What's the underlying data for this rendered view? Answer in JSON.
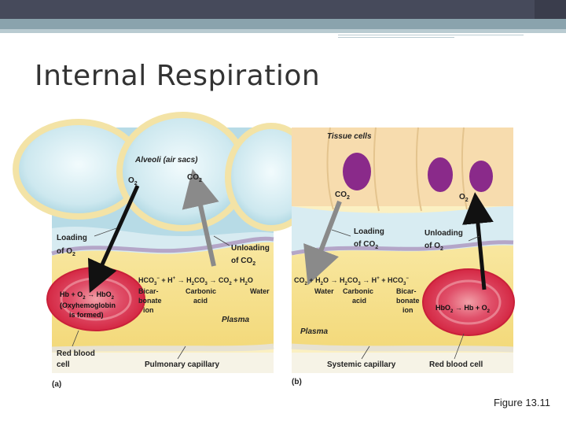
{
  "slide": {
    "title": "Internal Respiration",
    "caption": "Figure 13.11"
  },
  "panel_a": {
    "label": "(a)",
    "alveoli": "Alveoli (air sacs)",
    "o2": "O",
    "co2": "CO",
    "sub2": "2",
    "loading_line1": "Loading",
    "loading_line2": "of O",
    "unloading_line1": "Unloading",
    "unloading_line2": "of CO",
    "eq_hco3": "HCO",
    "eq_sub3": "3",
    "eq_minus": "−",
    "eq_mid": " + H",
    "eq_plus": "+",
    "eq_arrow1": " → H",
    "eq_co3": "CO",
    "eq_arrow2": " → CO",
    "eq_h2o": " + H",
    "eq_o": "O",
    "bicar_1": "Bicar-",
    "bicar_2": "bonate",
    "bicar_3": "ion",
    "carbonic_1": "Carbonic",
    "carbonic_2": "acid",
    "water": "Water",
    "rbc_eq_hb": "Hb + O",
    "rbc_eq_arrow": " → HbO",
    "oxy_1": "(Oxyhemoglobin",
    "oxy_2": "is formed)",
    "plasma": "Plasma",
    "rbc_1": "Red blood",
    "rbc_2": "cell",
    "capillary": "Pulmonary capillary"
  },
  "panel_b": {
    "label": "(b)",
    "tissue": "Tissue cells",
    "co2": "CO",
    "o2": "O",
    "sub2": "2",
    "loading_line1": "Loading",
    "loading_line2": "of CO",
    "unloading_line1": "Unloading",
    "unloading_line2": "of O",
    "eq_co2": "CO",
    "eq_plus_h": " + H",
    "eq_o": "O",
    "eq_arrow1": " → H",
    "eq_co3": "CO",
    "eq_arrow2": " → H",
    "eq_plus": "+",
    "eq_plus_hco": " + HCO",
    "eq_sub3": "3",
    "eq_minus": "−",
    "water": "Water",
    "carbonic_1": "Carbonic",
    "carbonic_2": "acid",
    "bicar_1": "Bicar-",
    "bicar_2": "bonate",
    "bicar_3": "ion",
    "rbc_hbo": "HbO",
    "rbc_arrow": " → Hb + O",
    "plasma": "Plasma",
    "capillary": "Systemic capillary",
    "rbc": "Red blood cell"
  },
  "colors": {
    "header": "#464a5b",
    "stripe": "#8aa3ad",
    "alveolus_fill": "#cfe7ee",
    "alveolus_wall": "#f3e3a6",
    "plasma": "#f6e39a",
    "rbc": "#e0304a",
    "tissue": "#f7dcae",
    "nucleus": "#8a2a8a",
    "interstitial": "#d8ecf2"
  }
}
